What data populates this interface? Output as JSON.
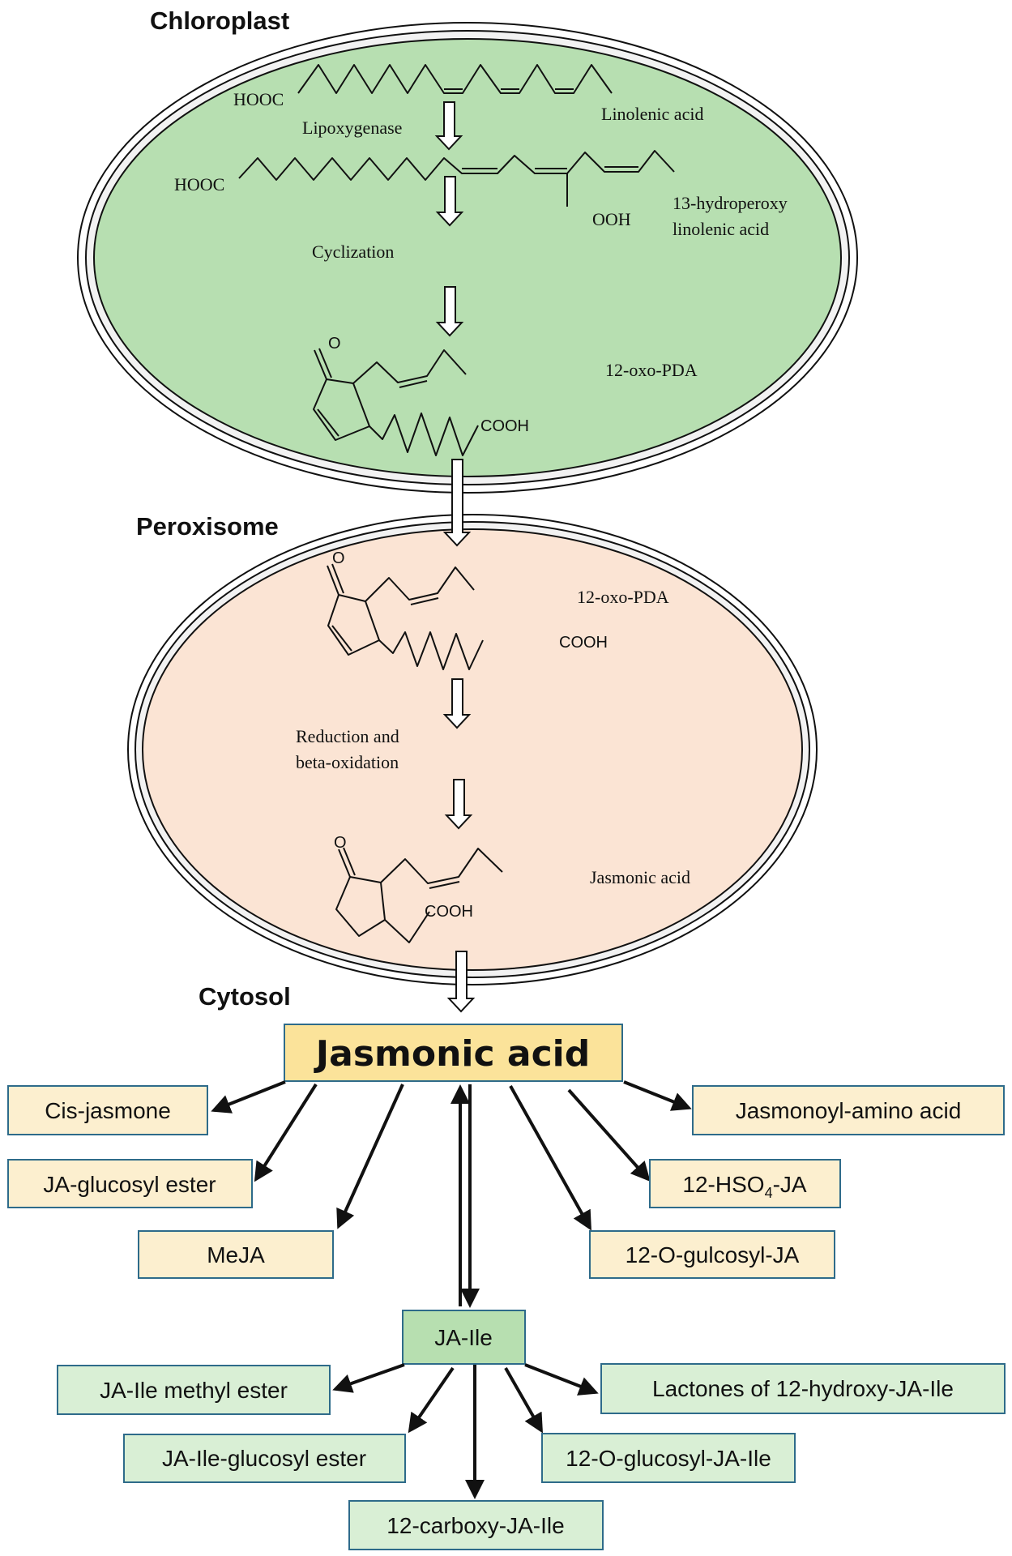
{
  "compartments": {
    "chloroplast": {
      "label": "Chloroplast",
      "fill": "#b7dfb1",
      "molecules": [
        {
          "name": "Linolenic acid",
          "group": "HOOC"
        },
        {
          "name_line1": "13-hydroperoxy",
          "name_line2": "linolenic acid",
          "group": "HOOC",
          "substituent": "OOH"
        },
        {
          "name": "12-oxo-PDA",
          "group": "COOH",
          "ketone": "O"
        }
      ],
      "steps": [
        "Lipoxygenase",
        "Cyclization"
      ]
    },
    "peroxisome": {
      "label": "Peroxisome",
      "fill": "#fbe4d4",
      "molecules": [
        {
          "name": "12-oxo-PDA",
          "group": "COOH",
          "ketone": "O"
        },
        {
          "name": "Jasmonic acid",
          "group": "COOH",
          "ketone": "O"
        }
      ],
      "steps": {
        "line1": "Reduction and",
        "line2": "beta-oxidation"
      }
    },
    "cytosol": {
      "label": "Cytosol"
    }
  },
  "nodes": {
    "jasmonic_acid": "Jasmonic acid",
    "ja_derivatives": {
      "cis_jasmone": "Cis-jasmone",
      "ja_glucosyl_ester": "JA-glucosyl ester",
      "meja": "MeJA",
      "jasmonoyl_amino_acid": "Jasmonoyl-amino acid",
      "hso4_prefix": "12-HSO",
      "hso4_sub": "4",
      "hso4_suffix": "-JA",
      "o_gulcosyl_ja": "12-O-gulcosyl-JA"
    },
    "ja_ile": "JA-Ile",
    "ja_ile_derivatives": {
      "methyl_ester": "JA-Ile methyl ester",
      "glucosyl_ester": "JA-Ile-glucosyl ester",
      "carboxy": "12-carboxy-JA-Ile",
      "lactones": "Lactones of 12-hydroxy-JA-Ile",
      "o_glucosyl": "12-O-glucosyl-JA-Ile"
    }
  },
  "colors": {
    "box_border": "#2e6b8a",
    "ja_box_fill": "#fbe39a",
    "ja_derivative_fill": "#fcefcf",
    "ja_ile_fill": "#b7dfb0",
    "ja_ile_derivative_fill": "#d9efd5"
  }
}
